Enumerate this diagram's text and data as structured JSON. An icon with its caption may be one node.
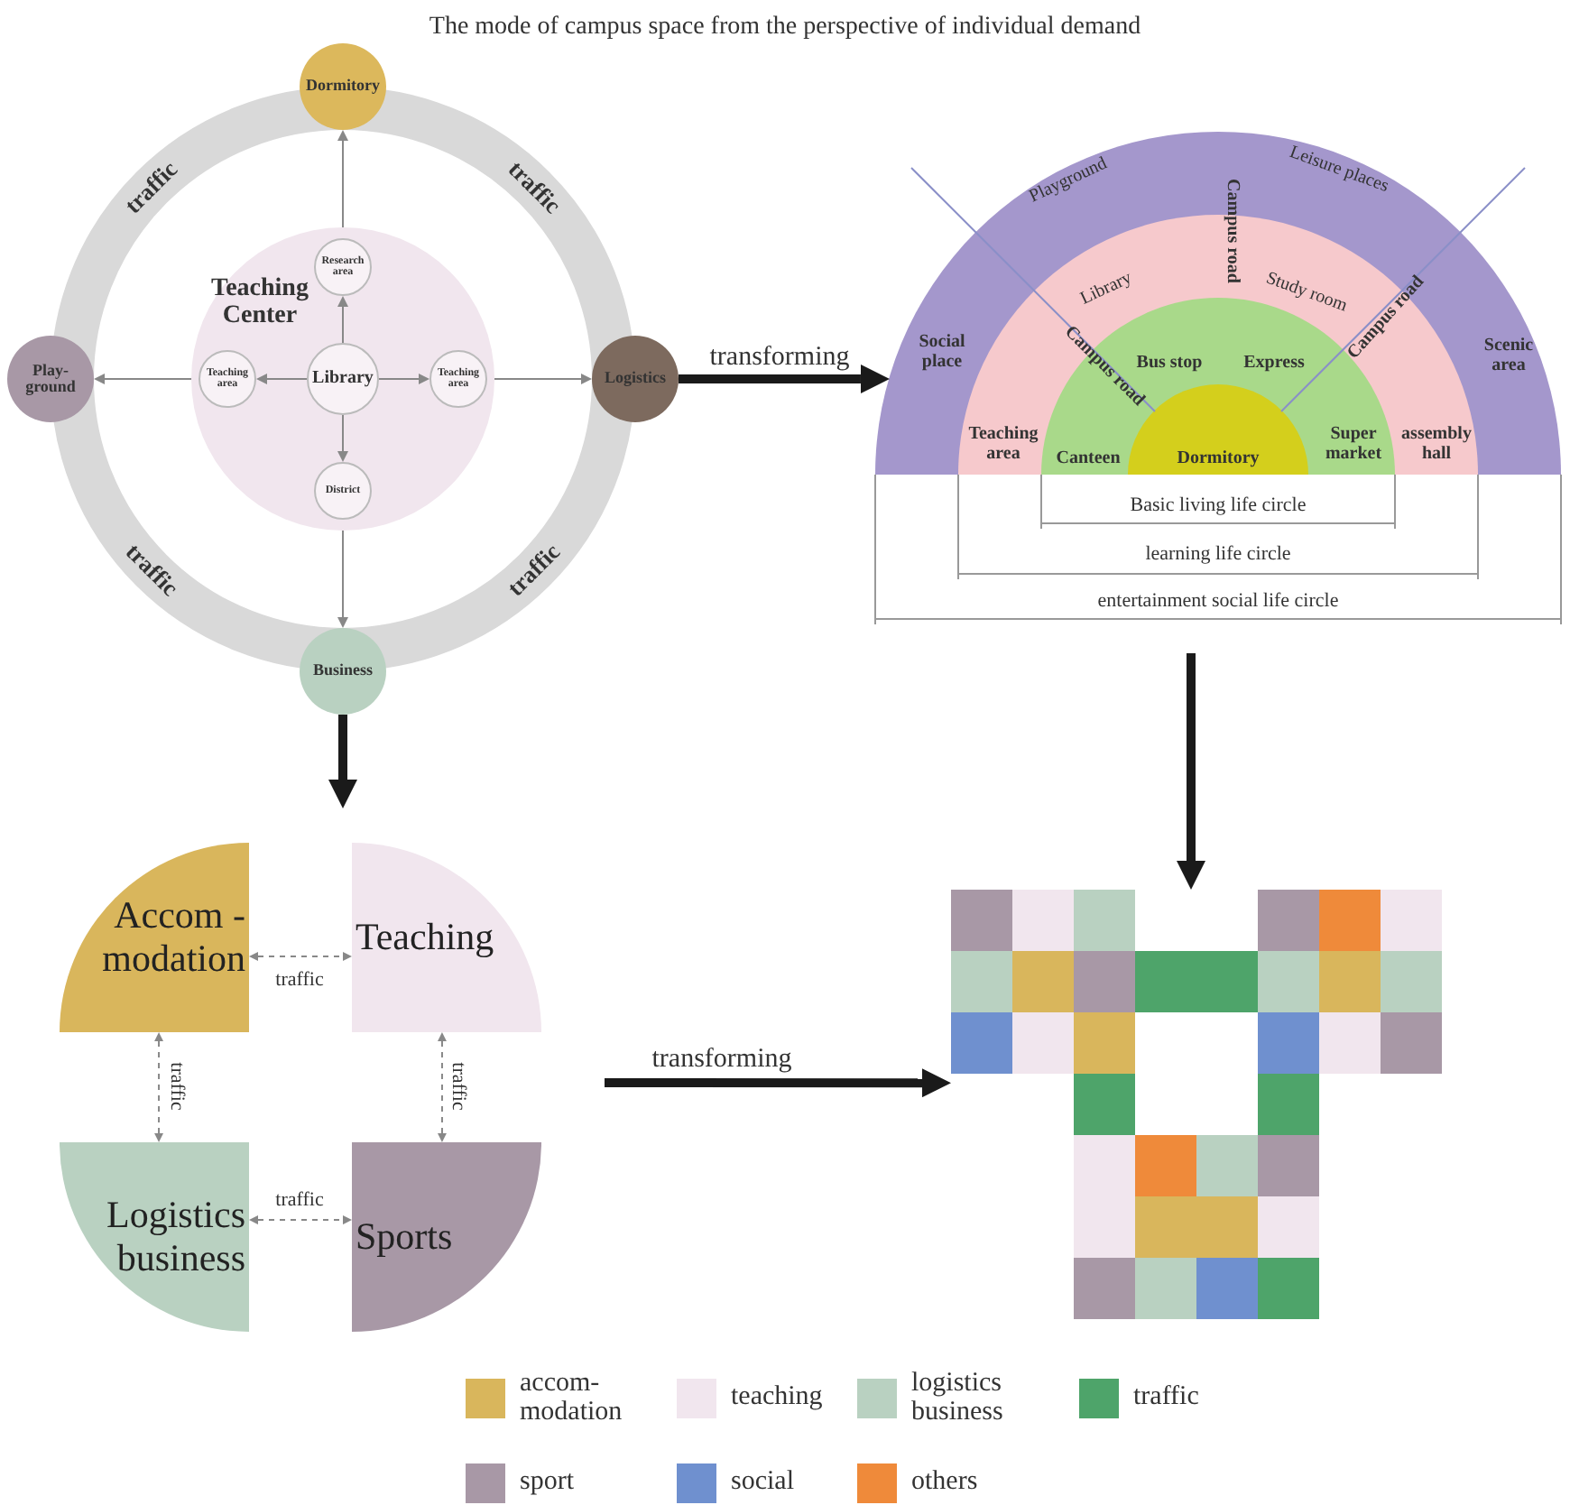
{
  "diagram": {
    "title": "The mode of campus space from the perspective of individual demand",
    "nodes": [
      {
        "text": [
          "traffic",
          "traffic",
          "traffic",
          "traffic"
        ]
      },
      {
        "text": [
          "Dormitory"
        ]
      },
      {
        "text": [
          "Play- ground"
        ]
      },
      {
        "text": [
          "Logistics"
        ]
      },
      {
        "text": [
          "Business"
        ]
      },
      {
        "text": [
          "Teaching Center"
        ],
        "in": 0
      },
      {
        "text": [
          "Research area"
        ],
        "in": 5
      },
      {
        "text": [
          "Teaching area"
        ],
        "in": 5
      },
      {
        "text": [
          "Library"
        ],
        "in": 5
      },
      {
        "text": [
          "Teaching area"
        ],
        "in": 5
      },
      {
        "text": [
          "District"
        ],
        "in": 5
      },
      {
        "text": [
          "Playground",
          "Leisure places",
          "Social place",
          "Scenic area"
        ]
      },
      {
        "text": [
          "Library",
          "Study room",
          "Teaching area",
          "assembly hall"
        ],
        "in": 11
      },
      {
        "text": [
          "Bus stop",
          "Express",
          "Canteen",
          "Super market"
        ],
        "in": 12
      },
      {
        "text": [
          "Dormitory"
        ],
        "in": 13
      },
      {
        "text": [
          "Accom -modation"
        ]
      },
      {
        "text": [
          "Teaching"
        ]
      },
      {
        "text": [
          "Logistics business"
        ]
      },
      {
        "text": [
          "Sports"
        ]
      },
      {
        "text": [],
        "shape": "box"
      }
    ],
    "edges": [
      {
        "from": 8,
        "to": 6,
        "arrow": "to"
      },
      {
        "from": 8,
        "to": 7,
        "arrow": "to"
      },
      {
        "from": 8,
        "to": 9,
        "arrow": "to"
      },
      {
        "from": 8,
        "to": 10,
        "arrow": "to"
      },
      {
        "from": 5,
        "to": 1,
        "arrow": "to"
      },
      {
        "from": 5,
        "to": 2,
        "arrow": "to"
      },
      {
        "from": 5,
        "to": 3,
        "arrow": "to"
      },
      {
        "from": 5,
        "to": 4,
        "arrow": "to"
      },
      {
        "from": 3,
        "to": 11,
        "arrow": "to",
        "label": "transforming",
        "style": "thick",
        "color": "#1a1a1a"
      },
      {
        "from": 4,
        "to": null,
        "arrow": "to",
        "style": "thick",
        "color": "#1a1a1a"
      },
      {
        "from": null,
        "to": 19,
        "arrow": "to",
        "style": "thick",
        "color": "#1a1a1a"
      },
      {
        "from": 15,
        "to": 16,
        "arrow": "both",
        "label": "traffic",
        "style": "dashed"
      },
      {
        "from": 15,
        "to": 17,
        "arrow": "both",
        "label": "traffic",
        "style": "dashed"
      },
      {
        "from": 16,
        "to": 18,
        "arrow": "both",
        "label": "traffic",
        "style": "dashed"
      },
      {
        "from": 17,
        "to": 18,
        "arrow": "both",
        "label": "traffic",
        "style": "dashed"
      },
      {
        "from": null,
        "to": 19,
        "arrow": "to",
        "label": "transforming",
        "style": "thick",
        "color": "#1a1a1a"
      }
    ],
    "labels": [
      "Campus road",
      "Campus road",
      "Campus road",
      "Basic living life circle",
      "learning life circle",
      "entertainment social life circle"
    ],
    "legend": [
      {
        "text": "accom- modation",
        "color": "#d9b65c"
      },
      {
        "text": "teaching",
        "color": "#f1e6ee"
      },
      {
        "text": "logistics business",
        "color": "#b9d1c1"
      },
      {
        "text": "traffic",
        "color": "#4ea46a"
      },
      {
        "text": "sport",
        "color": "#a898a6"
      },
      {
        "text": "social",
        "color": "#6f90cf"
      },
      {
        "text": "others",
        "color": "#ef8a3a"
      }
    ]
  }
}
